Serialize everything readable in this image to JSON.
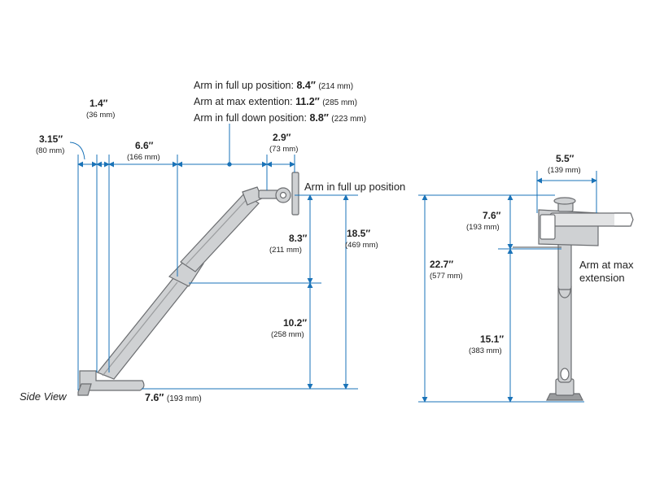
{
  "side_view": {
    "caption": "Side View",
    "positions": {
      "full_up_label": "Arm in full up position: ",
      "full_up_value": "8.4″",
      "full_up_mm": "(214 mm)",
      "max_ext_label": "Arm at max extention: ",
      "max_ext_value": "11.2″",
      "max_ext_mm": "(285 mm)",
      "full_down_label": "Arm in full down position: ",
      "full_down_value": "8.8″",
      "full_down_mm": "(223 mm)"
    },
    "dims": {
      "d_315": "3.15″",
      "d_315_mm": "(80 mm)",
      "d_14": "1.4″",
      "d_14_mm": "(36 mm)",
      "d_66": "6.6″",
      "d_66_mm": "(166 mm)",
      "d_29": "2.9″",
      "d_29_mm": "(73 mm)",
      "d_83": "8.3″",
      "d_83_mm": "(211 mm)",
      "d_185": "18.5″",
      "d_185_mm": "(469 mm)",
      "d_102": "10.2″",
      "d_102_mm": "(258 mm)",
      "d_76": "7.6″",
      "d_76_mm": "(193 mm)"
    },
    "full_up_callout": "Arm in full up position"
  },
  "front_view": {
    "dims": {
      "d_55": "5.5″",
      "d_55_mm": "(139 mm)",
      "d_76": "7.6″",
      "d_76_mm": "(193 mm)",
      "d_227": "22.7″",
      "d_227_mm": "(577 mm)",
      "d_151": "15.1″",
      "d_151_mm": "(383 mm)"
    },
    "max_ext_line1": "Arm at max",
    "max_ext_line2": "extension"
  },
  "colors": {
    "dimension_line": "#1a73b8",
    "arm_fill": "#cfd1d3",
    "arm_stroke": "#6b6d70"
  }
}
